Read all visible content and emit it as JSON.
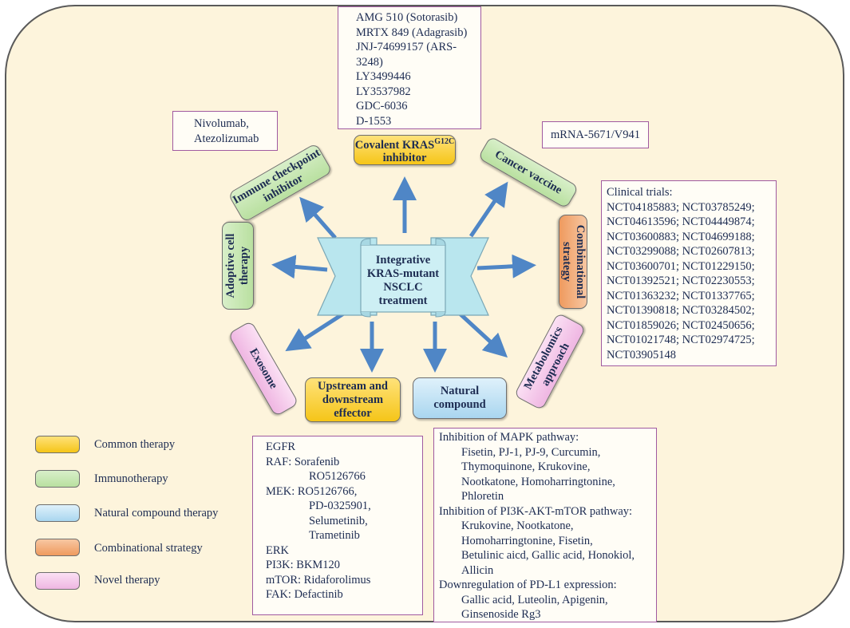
{
  "center": {
    "lines": [
      "Integrative",
      "KRAS-mutant",
      "NSCLC",
      "treatment"
    ]
  },
  "categories": {
    "covalent": {
      "title": "Covalent KRAS",
      "sup": "G12C",
      "title2": "inhibitor"
    },
    "immune_checkpoint": {
      "lines": [
        "Immune checkpoint",
        "inhibitor"
      ]
    },
    "cancer_vaccine": {
      "label": "Cancer vaccine"
    },
    "adoptive": {
      "lines": [
        "Adoptive cell",
        "therapy"
      ]
    },
    "combinational": {
      "lines": [
        "Combinational",
        "strategy"
      ]
    },
    "exosome": {
      "label": "Exosome"
    },
    "metabolomics": {
      "lines": [
        "Metabolomics",
        "approach"
      ]
    },
    "upstream": {
      "lines": [
        "Upstream and",
        "downstream",
        "effector"
      ]
    },
    "natural": {
      "lines": [
        "Natural",
        "compound"
      ]
    }
  },
  "covalent_drugs": [
    "AMG 510 (Sotorasib)",
    "MRTX 849 (Adagrasib)",
    "JNJ-74699157 (ARS-",
    "3248)",
    "LY3499446",
    "LY3537982",
    "GDC-6036",
    "D-1553"
  ],
  "immune_drugs": [
    "Nivolumab,",
    "Atezolizumab"
  ],
  "vaccine_drugs": [
    "mRNA-5671/V941"
  ],
  "clinical_trials": [
    "Clinical trials:",
    "NCT04185883; NCT03785249;",
    "NCT04613596; NCT04449874;",
    "NCT03600883; NCT04699188;",
    "NCT03299088; NCT02607813;",
    "NCT03600701; NCT01229150;",
    "NCT01392521; NCT02230553;",
    "NCT01363232; NCT01337765;",
    "NCT01390818; NCT03284502;",
    "NCT01859026; NCT02450656;",
    "NCT01021748; NCT02974725;",
    "NCT03905148"
  ],
  "effectors": [
    {
      "text": "EGFR",
      "indent": 0
    },
    {
      "text": "RAF: Sorafenib",
      "indent": 0
    },
    {
      "text": "RO5126766",
      "indent": 2
    },
    {
      "text": "MEK: RO5126766,",
      "indent": 0
    },
    {
      "text": "PD-0325901,",
      "indent": 2
    },
    {
      "text": "Selumetinib,",
      "indent": 2
    },
    {
      "text": "Trametinib",
      "indent": 2
    },
    {
      "text": "ERK",
      "indent": 0
    },
    {
      "text": "PI3K: BKM120",
      "indent": 0
    },
    {
      "text": "mTOR: Ridaforolimus",
      "indent": 0
    },
    {
      "text": "FAK: Defactinib",
      "indent": 0
    }
  ],
  "natural_compounds": [
    {
      "text": "Inhibition of MAPK pathway:",
      "indent": 0
    },
    {
      "text": "Fisetin, PJ-1, PJ-9, Curcumin,",
      "indent": 1
    },
    {
      "text": "Thymoquinone, Krukovine,",
      "indent": 1
    },
    {
      "text": "Nootkatone, Homoharringtonine,",
      "indent": 1
    },
    {
      "text": "Phloretin",
      "indent": 1
    },
    {
      "text": "Inhibition of PI3K-AKT-mTOR pathway:",
      "indent": 0
    },
    {
      "text": "Krukovine, Nootkatone,",
      "indent": 1
    },
    {
      "text": "Homoharringtonine, Fisetin,",
      "indent": 1
    },
    {
      "text": "Betulinic aicd, Gallic acid, Honokiol,",
      "indent": 1
    },
    {
      "text": "Allicin",
      "indent": 1
    },
    {
      "text": "Downregulation of PD-L1 expression:",
      "indent": 0
    },
    {
      "text": "Gallic acid, Luteolin, Apigenin,",
      "indent": 1
    },
    {
      "text": "Ginsenoside Rg3",
      "indent": 1
    }
  ],
  "legend": [
    {
      "label": "Common therapy",
      "color": "#f5c518"
    },
    {
      "label": "Immunotherapy",
      "color": "#b9e0a0"
    },
    {
      "label": "Natural compound therapy",
      "color": "#a9d6ef"
    },
    {
      "label": "Combinational strategy",
      "color": "#ef9a5e"
    },
    {
      "label": "Novel therapy",
      "color": "#efb6e2"
    }
  ],
  "colors": {
    "arrow": "#4f86c6",
    "box_border": "#a05aa0",
    "background": "#fdf4dc"
  }
}
